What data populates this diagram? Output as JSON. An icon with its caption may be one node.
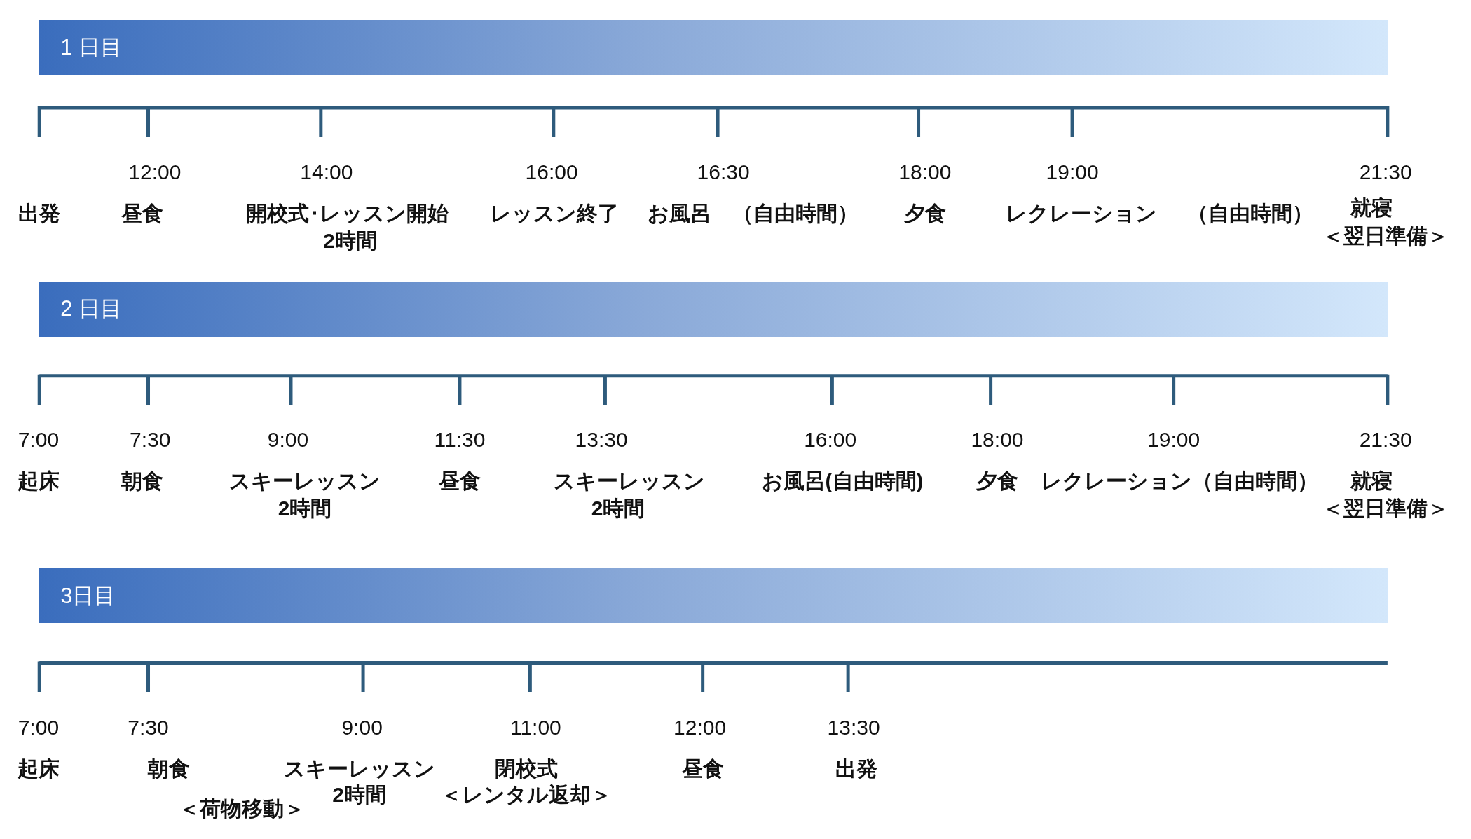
{
  "diagram": {
    "nodes": [
      {
        "text": [
          "1 日目"
        ]
      },
      {
        "text": [
          "2 日目"
        ]
      },
      {
        "text": [
          "3日目"
        ]
      }
    ],
    "labels": [
      "12:00",
      "14:00",
      "16:00",
      "16:30",
      "18:00",
      "19:00",
      "21:30",
      "出発",
      "昼食",
      "開校式･レッスン開始",
      "レッスン終了",
      "お風呂　（自由時間）",
      "夕食",
      "レクレーション",
      "（自由時間）",
      "就寝",
      "2時間",
      "＜翌日準備＞",
      "7:00",
      "7:30",
      "9:00",
      "11:30",
      "13:30",
      "16:00",
      "18:00",
      "19:00",
      "21:30",
      "起床",
      "朝食",
      "スキーレッスン",
      "昼食",
      "スキーレッスン",
      "お風呂(自由時間)",
      "夕食",
      "レクレーション（自由時間）",
      "就寝",
      "2時間",
      "2時間",
      "＜翌日準備＞",
      "7:00",
      "7:30",
      "9:00",
      "11:00",
      "12:00",
      "13:30",
      "起床",
      "朝食",
      "スキーレッスン",
      "閉校式",
      "昼食",
      "出発",
      "2時間",
      "＜レンタル返却＞",
      "＜荷物移動＞"
    ]
  }
}
